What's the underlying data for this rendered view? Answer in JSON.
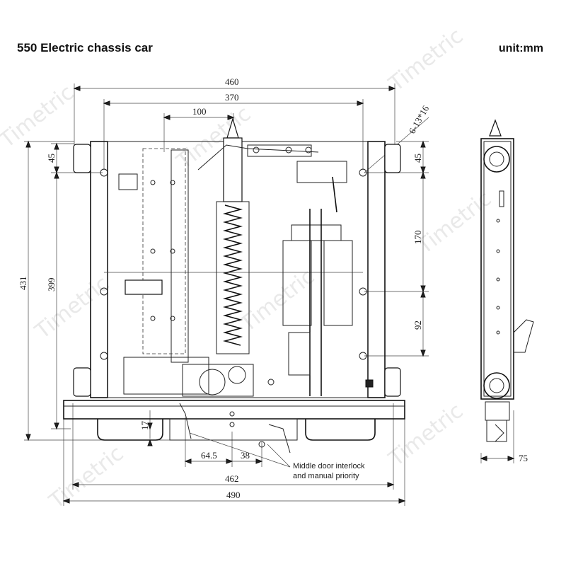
{
  "title": "550 Electric chassis car",
  "unit": "unit:mm",
  "watermark": "Timetric",
  "dimensions": {
    "width_460": "460",
    "width_370": "370",
    "width_100": "100",
    "height_45_left": "45",
    "height_431": "431",
    "height_399": "399",
    "height_17": "17",
    "width_64_5": "64.5",
    "width_38": "38",
    "width_462": "462",
    "width_490": "490",
    "hole_spec": "6-13*16",
    "height_45_right": "45",
    "height_170": "170",
    "height_92": "92",
    "side_width_75": "75"
  },
  "annotation": {
    "line1": "Middle door interlock",
    "line2": "and manual priority"
  }
}
